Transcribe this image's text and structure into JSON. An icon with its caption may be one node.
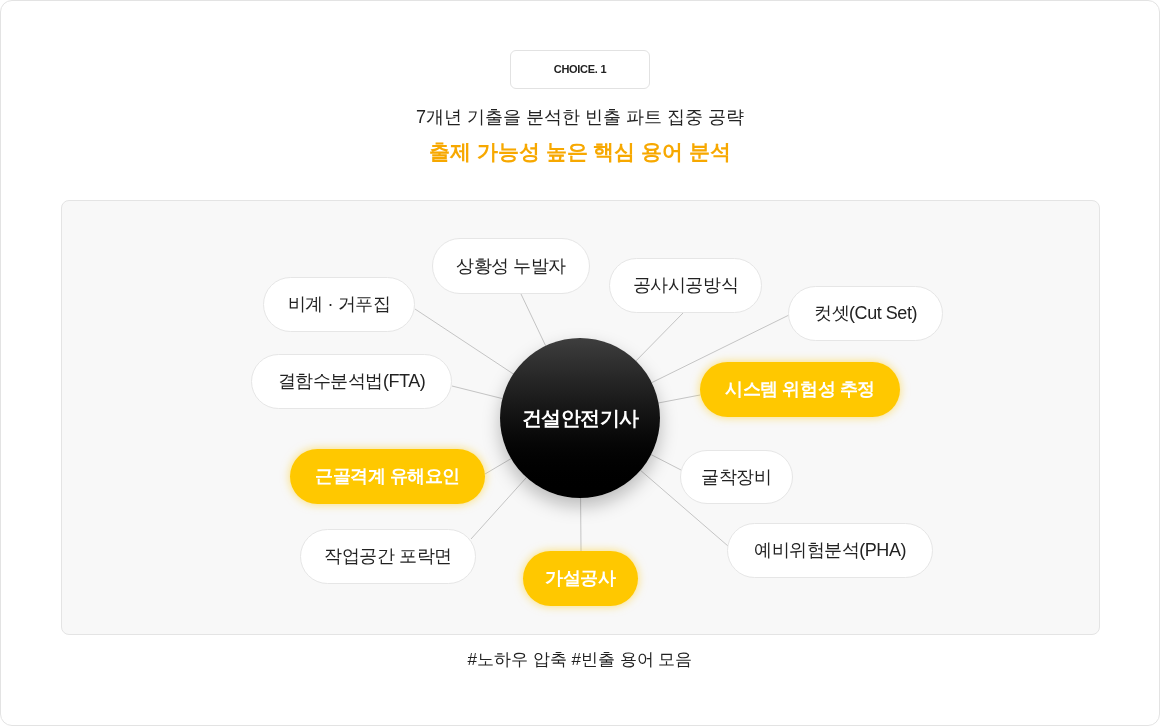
{
  "diagram": {
    "title": "7개년 기출을 분석한 빈출 파트 집중 공략",
    "caption": "#노하우 압축 #빈출 용어 모음",
    "nodes": [
      {
        "text": [
          "CHOICE. 1"
        ]
      },
      {
        "text": [
          "건설안전기사"
        ]
      },
      {
        "text": [
          "상황성 누발자"
        ]
      },
      {
        "text": [
          "비계 · 거푸집"
        ]
      },
      {
        "text": [
          "공사시공방식"
        ]
      },
      {
        "text": [
          "컷셋(Cut Set)"
        ]
      },
      {
        "text": [
          "결함수분석법(FTA)"
        ]
      },
      {
        "text": [
          "시스템 위험성 추정"
        ]
      },
      {
        "text": [
          "근골격계 유해요인"
        ]
      },
      {
        "text": [
          "굴착장비"
        ]
      },
      {
        "text": [
          "예비위험분석(PHA)"
        ]
      },
      {
        "text": [
          "작업공간 포락면"
        ]
      },
      {
        "text": [
          "가설공사"
        ]
      }
    ],
    "edges": [
      {
        "from": 1,
        "to": 2,
        "arrow": "none"
      },
      {
        "from": 1,
        "to": 3,
        "arrow": "none"
      },
      {
        "from": 1,
        "to": 4,
        "arrow": "none"
      },
      {
        "from": 1,
        "to": 5,
        "arrow": "none"
      },
      {
        "from": 1,
        "to": 6,
        "arrow": "none"
      },
      {
        "from": 1,
        "to": 7,
        "arrow": "none"
      },
      {
        "from": 1,
        "to": 8,
        "arrow": "none"
      },
      {
        "from": 1,
        "to": 9,
        "arrow": "none"
      },
      {
        "from": 1,
        "to": 10,
        "arrow": "none"
      },
      {
        "from": 1,
        "to": 11,
        "arrow": "none"
      },
      {
        "from": 1,
        "to": 12,
        "arrow": "none"
      }
    ],
    "labels": [
      "출제 가능성 높은 핵심 용어 분석"
    ]
  }
}
